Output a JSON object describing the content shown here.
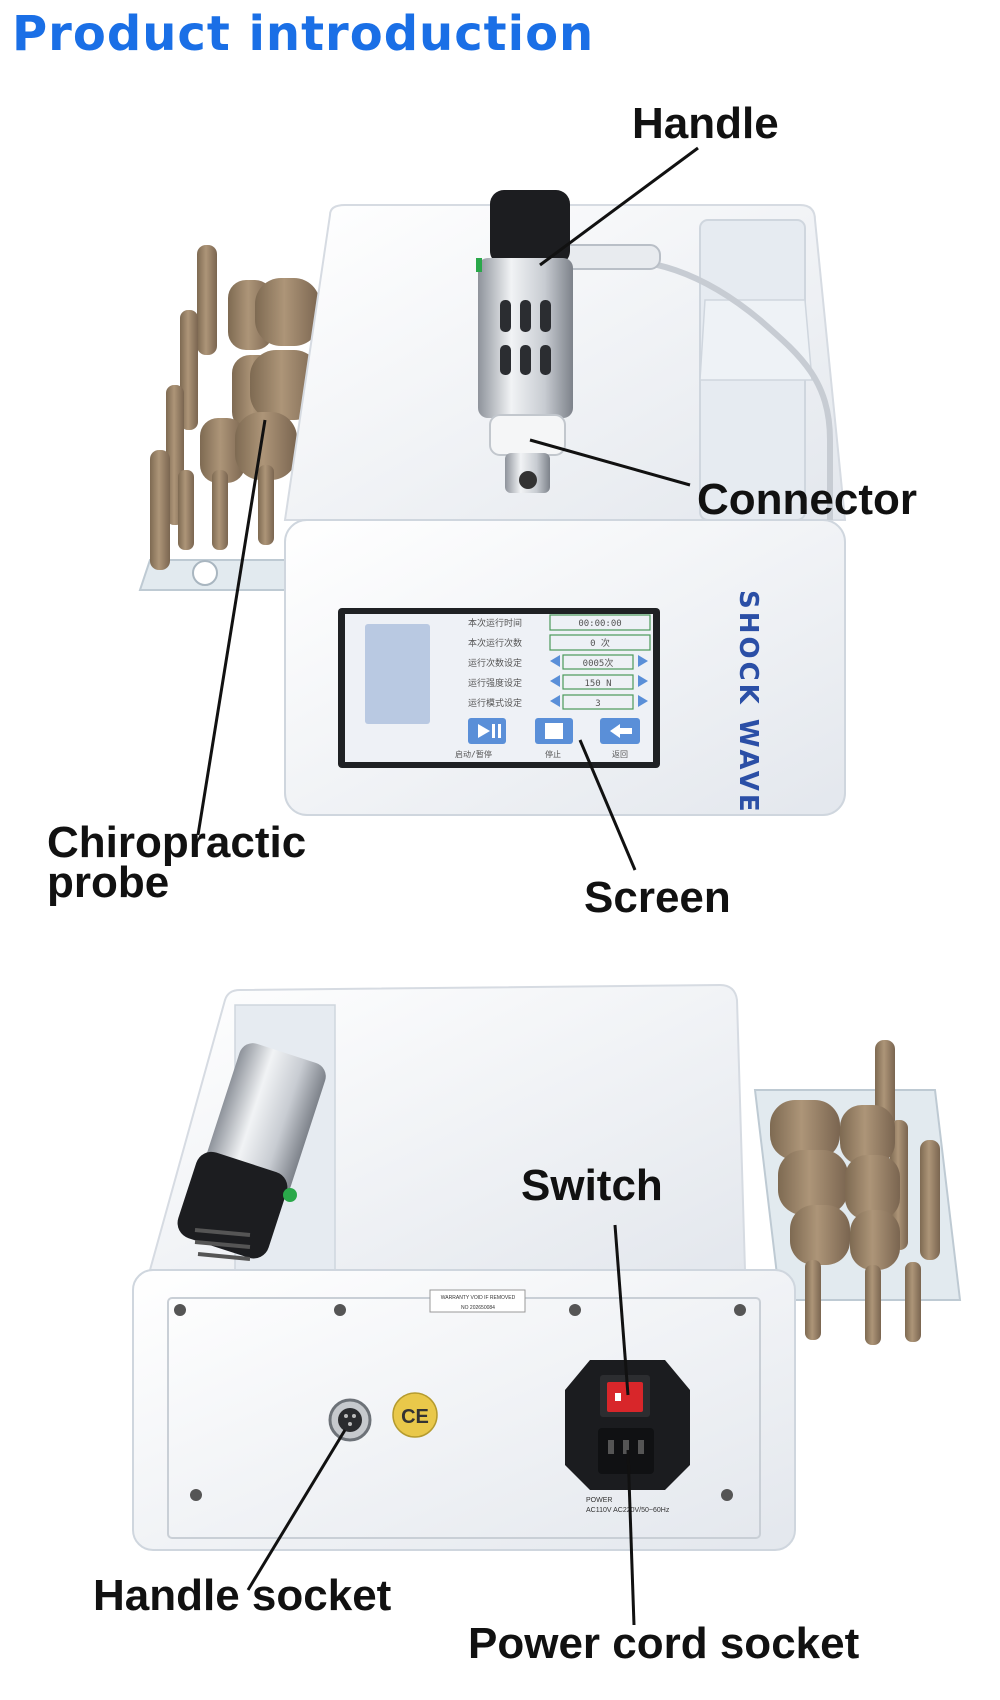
{
  "page": {
    "title": "Product introduction"
  },
  "front_view": {
    "callouts": {
      "handle": "Handle",
      "connector": "Connector",
      "chiropractic_probe": "Chiropractic\nprobe",
      "screen": "Screen"
    },
    "device_brand": "SHOCK WAVE",
    "screen_display": {
      "rows": [
        {
          "label": "本次运行时间",
          "value": "00:00:00"
        },
        {
          "label": "本次运行次数",
          "value": "0  次"
        },
        {
          "label": "运行次数设定",
          "value": "0005次"
        },
        {
          "label": "运行强度设定",
          "value": "150 N"
        },
        {
          "label": "运行模式设定",
          "value": "3"
        }
      ],
      "buttons": [
        "启动/暂停",
        "停止",
        "返回"
      ]
    }
  },
  "back_view": {
    "callouts": {
      "switch": "Switch",
      "handle_socket": "Handle socket",
      "power_cord_socket": "Power cord socket"
    },
    "sticker_line1": "WARRANTY VOID IF REMOVED",
    "sticker_line2": "NO 202650084",
    "ce_mark": "CE",
    "power_label_line1": "POWER",
    "power_label_line2": "AC110V AC220V/50~60Hz"
  },
  "colors": {
    "title_blue": "#1a6fe6",
    "device_white": "#f2f4f7",
    "probe_brown": "#9c8468",
    "screen_bg": "#eef1f6",
    "switch_red": "#d8262a"
  }
}
